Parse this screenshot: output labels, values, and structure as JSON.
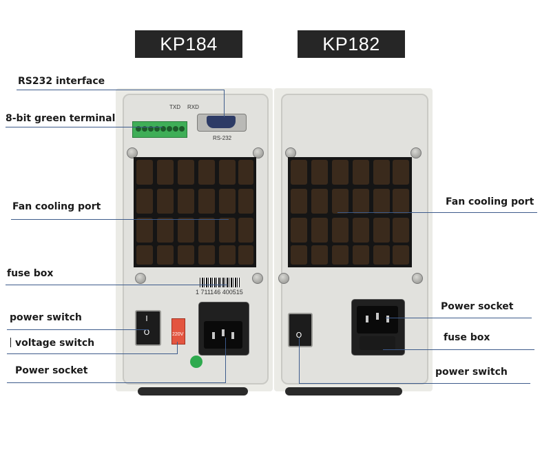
{
  "models": {
    "left": "KP184",
    "right": "KP182"
  },
  "callouts_left": {
    "rs232": "RS232 interface",
    "terminal": "8-bit green terminal",
    "fan": "Fan cooling port",
    "fuse": "fuse box",
    "power_switch": "power switch",
    "voltage_switch": "voltage switch",
    "power_socket": "Power socket"
  },
  "callouts_right": {
    "fan": "Fan cooling port",
    "power_socket": "Power socket",
    "fuse": "fuse box",
    "power_switch": "power switch"
  },
  "device_labels": {
    "txd": "TXD",
    "rxd": "RXD",
    "rs232_port": "RS-232",
    "barcode_number": "1 711146 400515",
    "voltage_switch_value": "220V",
    "switch_on": "I",
    "switch_off": "O"
  },
  "colors": {
    "label_bg": "#262626",
    "callout_line": "#3c5a8a",
    "terminal_green": "#3fae57"
  }
}
